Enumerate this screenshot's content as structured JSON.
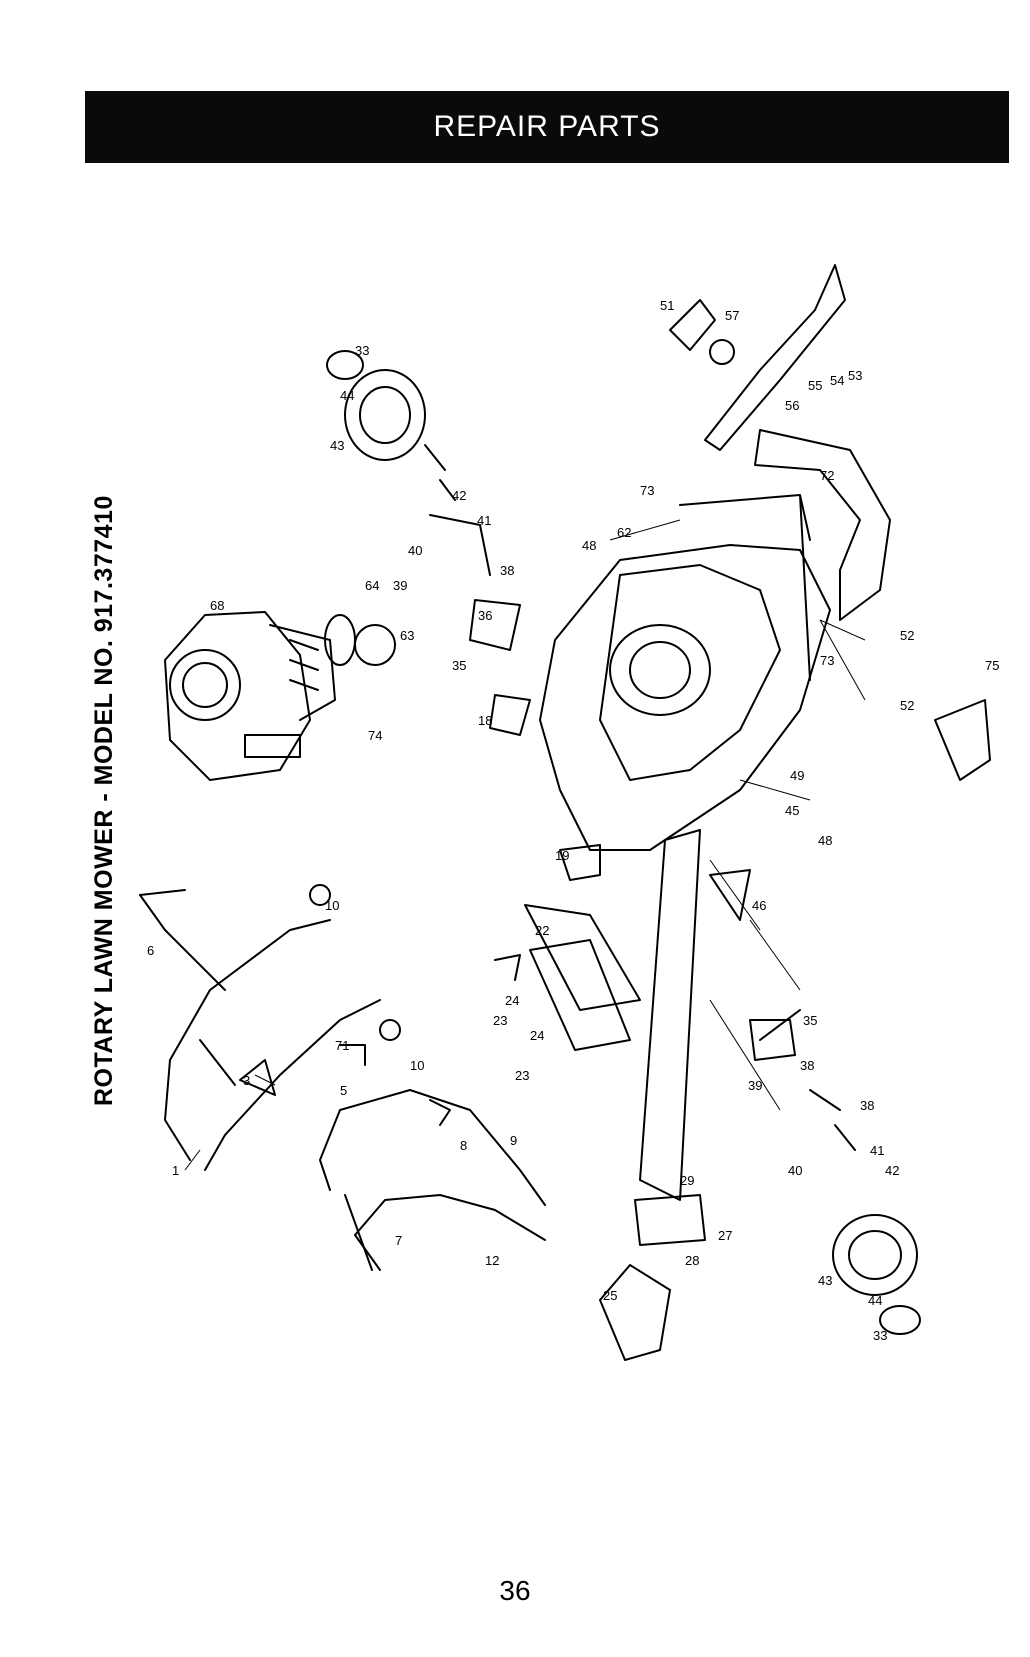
{
  "header": {
    "title": "REPAIR PARTS"
  },
  "model_title": "ROTARY LAWN MOWER - MODEL NO. 917.377410",
  "page_number": "36",
  "callouts": [
    "1",
    "3",
    "5",
    "6",
    "7",
    "8",
    "9",
    "10",
    "10",
    "12",
    "18",
    "19",
    "22",
    "23",
    "23",
    "24",
    "24",
    "25",
    "27",
    "28",
    "29",
    "33",
    "33",
    "35",
    "35",
    "36",
    "38",
    "38",
    "38",
    "39",
    "39",
    "40",
    "40",
    "41",
    "41",
    "42",
    "42",
    "43",
    "43",
    "44",
    "44",
    "45",
    "46",
    "48",
    "48",
    "49",
    "51",
    "52",
    "52",
    "53",
    "54",
    "55",
    "56",
    "57",
    "62",
    "63",
    "64",
    "68",
    "71",
    "72",
    "73",
    "73",
    "74",
    "75"
  ]
}
